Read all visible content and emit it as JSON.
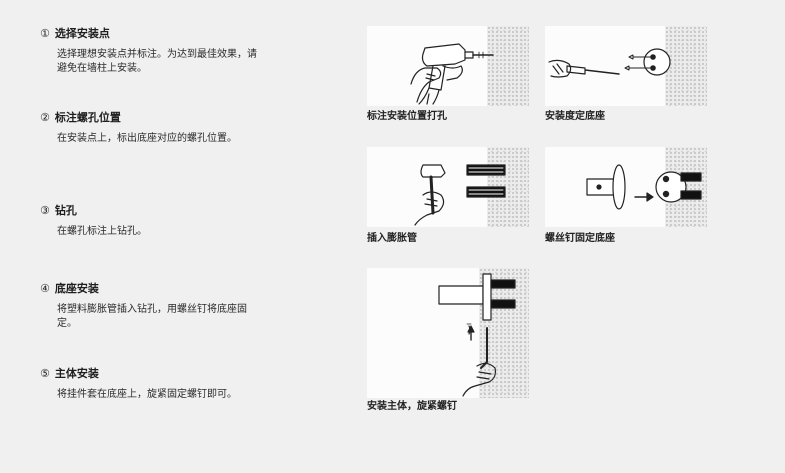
{
  "steps": [
    {
      "num": "①",
      "title": "选择安装点",
      "desc": "选择理想安装点并标注。为达到最佳效果，请避免在墙柱上安装。"
    },
    {
      "num": "②",
      "title": "标注螺孔位置",
      "desc": "在安装点上，标出底座对应的螺孔位置。"
    },
    {
      "num": "③",
      "title": "钻孔",
      "desc": "在螺孔标注上钻孔。"
    },
    {
      "num": "④",
      "title": "底座安装",
      "desc": "将塑料膨胀管插入钻孔，用螺丝钉将底座固定。"
    },
    {
      "num": "⑤",
      "title": "主体安装",
      "desc": "将挂件套在底座上，旋紧固定螺钉即可。"
    }
  ],
  "captions": [
    "标注安装位置打孔",
    "安装度定底座",
    "插入膨胀管",
    "螺丝钉固定底座",
    "安装主体，旋紧螺钉"
  ],
  "illustrations": [
    "drill-icon",
    "screwdriver-icon",
    "hammer-icon",
    "base-plate-icon",
    "hex-key-icon"
  ]
}
